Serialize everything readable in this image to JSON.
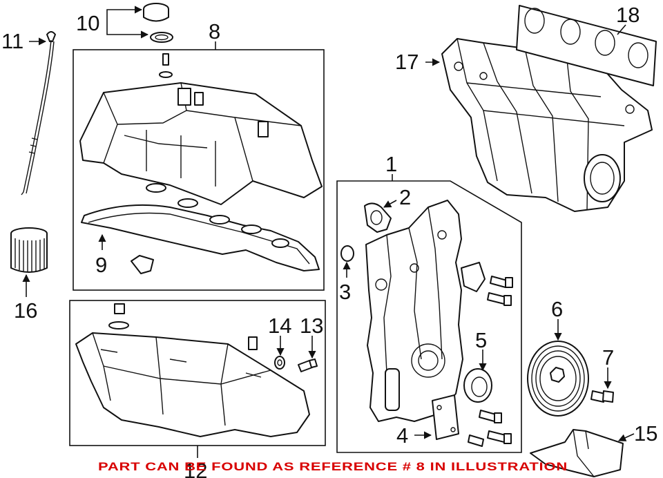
{
  "callouts": {
    "p1": "1",
    "p2": "2",
    "p3": "3",
    "p4": "4",
    "p5": "5",
    "p6": "6",
    "p7": "7",
    "p8": "8",
    "p9": "9",
    "p10": "10",
    "p11": "11",
    "p12": "12",
    "p13": "13",
    "p14": "14",
    "p15": "15",
    "p16": "16",
    "p17": "17",
    "p18": "18"
  },
  "notice": "PART CAN BE FOUND AS REFERENCE # 8 IN ILLUSTRATION",
  "colors": {
    "notice": "#d80000",
    "line": "#111111",
    "background": "#ffffff"
  }
}
